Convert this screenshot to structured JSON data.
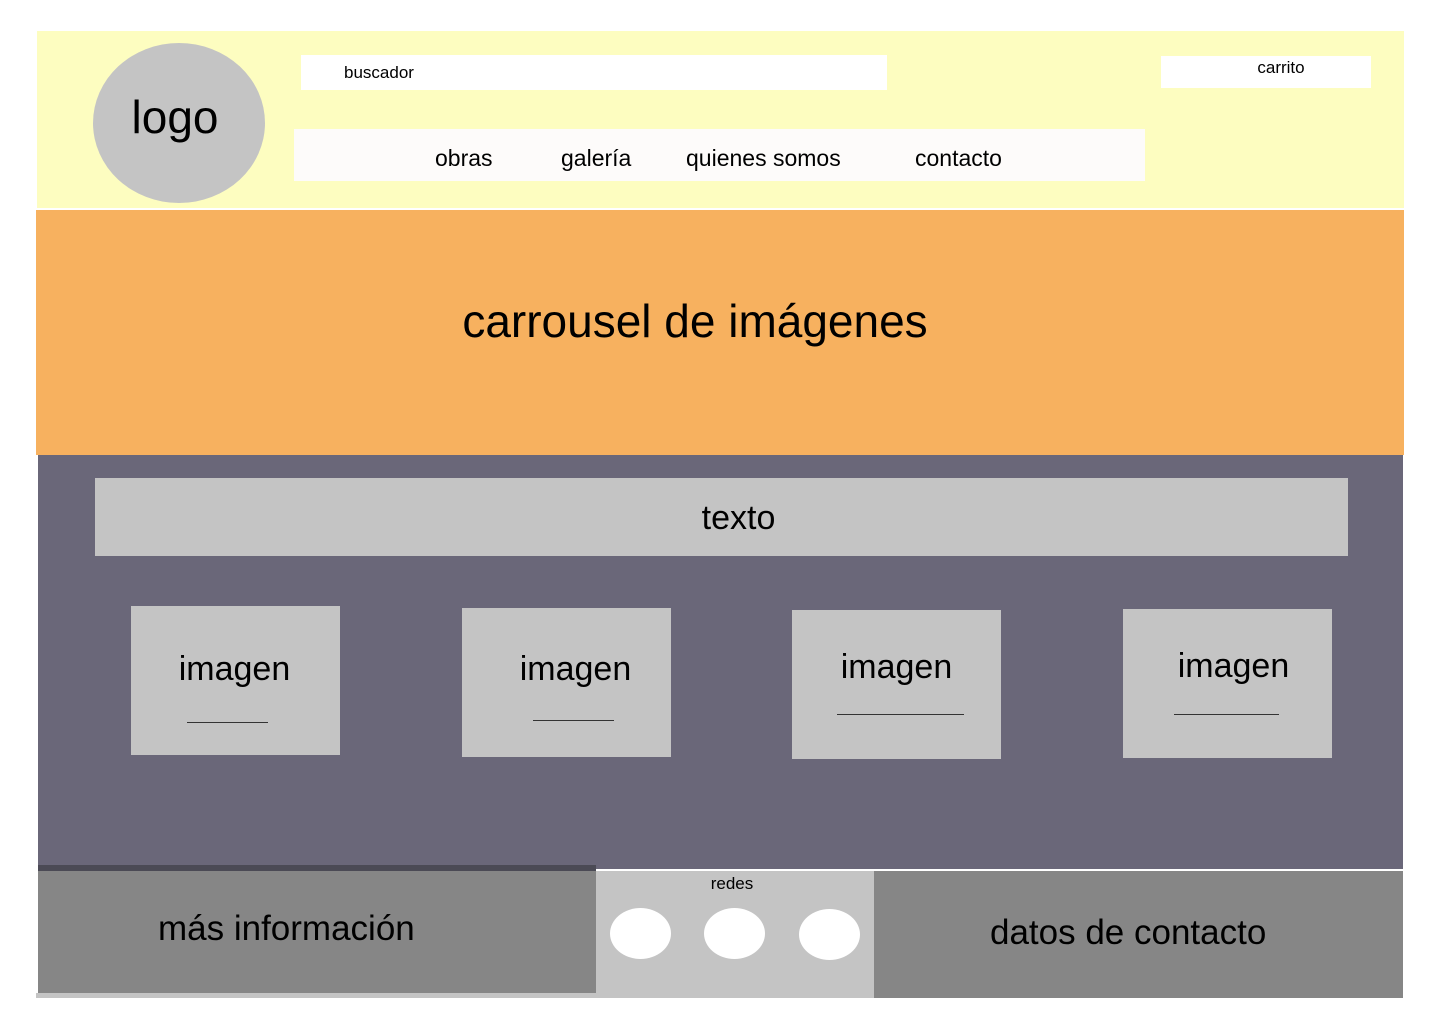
{
  "header": {
    "logo_text": "logo",
    "search_placeholder": "buscador",
    "cart_label": "carrito",
    "nav": [
      {
        "label": "obras"
      },
      {
        "label": "galería"
      },
      {
        "label": "quienes somos"
      },
      {
        "label": "contacto"
      }
    ]
  },
  "carousel": {
    "title": "carrousel de imágenes"
  },
  "main": {
    "text_label": "texto",
    "cards": [
      {
        "label": "imagen"
      },
      {
        "label": "imagen"
      },
      {
        "label": "imagen"
      },
      {
        "label": "imagen"
      }
    ]
  },
  "footer": {
    "more_info_label": "más información",
    "social_label": "redes",
    "contact_label": "datos de contacto"
  },
  "colors": {
    "header_bg": "#fdfdc0",
    "carousel_bg": "#f7b15f",
    "main_bg": "#6a6779",
    "placeholder_gray": "#c4c4c4",
    "footer_gray": "#868686"
  }
}
